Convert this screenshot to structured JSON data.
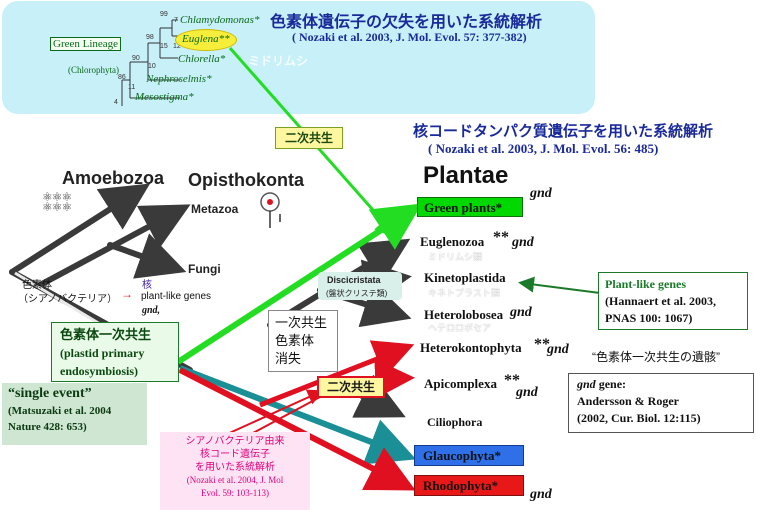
{
  "top_panel": {
    "title": "色素体遺伝子の欠失を用いた系統解析",
    "citation": "( Nozaki et al. 2003, J. Mol. Evol. 57: 377-382)",
    "green_lineage_label": "Green Lineage",
    "chlorophyta_label": "(Chlorophyta)",
    "taxa": [
      "Chlamydomonas*",
      "Euglena**",
      "Chlorella*",
      "Nephroselmis*",
      "Mesostigma*"
    ],
    "support_values": [
      "99",
      "7",
      "98",
      "12",
      "15",
      "90",
      "10",
      "86",
      "11",
      "4"
    ],
    "mido_label": "ミドリムシ"
  },
  "nuclear_title": "核コードタンパク質遺伝子を用いた系統解析",
  "nuclear_citation": "( Nozaki et al. 2003, J. Mol. Evol. 56: 485)",
  "secondary_symbiosis_1": "二次共生",
  "secondary_symbiosis_2": "二次共生",
  "groups": {
    "amoebozoa": "Amoebozoa",
    "opisthokonta": "Opisthokonta",
    "metazoa": "Metazoa",
    "fungi": "Fungi",
    "plantae": "Plantae"
  },
  "taxa": {
    "green_plants": "Green plants*",
    "euglenozoa": "Euglenozoa",
    "euglenozoa_kana": "ミドリムシ類",
    "kinetoplastida": "Kinetoplastida",
    "kinetoplastida_kana": "キネトプラスト類",
    "heterolobosea": "Heterolobosea",
    "heterolobosea_kana": "ヘテロロボセア",
    "discicristata": "Discicristata",
    "discicristata_kana": "(盤状クリステ類)",
    "heterokontophyta": "Heterokontophyta",
    "apicomplexa": "Apicomplexa",
    "ciliophora": "Ciliophora",
    "glaucophyta": "Glaucophyta*",
    "rhodophyta": "Rhodophyta*"
  },
  "marks": {
    "double_star": "**",
    "gnd": "gnd"
  },
  "left_labels": {
    "plastid_line1": "色素体",
    "plastid_line2": "（シアノバクテリア）",
    "nucleus": "核",
    "plant_like_genes": "plant-like genes",
    "gnd_comma": "gnd,",
    "primary_line1": "色素体一次共生",
    "primary_line2": "(plastid primary",
    "primary_line3": "endosymbiosis)",
    "single_event": "“single event”",
    "matsuzaki_1": "(Matsuzaki et al. 2004",
    "matsuzaki_2": "Nature 428: 653)"
  },
  "loss_box": [
    "一次共生",
    "色素体",
    "消失"
  ],
  "cyano_box": {
    "line1": "シアノバクテリア由来",
    "line2": "核コード遺伝子",
    "line3": "を用いた系統解析",
    "cite1": "(Nozaki et al. 2004, J. Mol",
    "cite2": "Evol. 59: 103-113)"
  },
  "plant_like_box": {
    "title": "Plant-like genes",
    "cite1": "(Hannaert et al. 2003,",
    "cite2": "PNAS 100: 1067)"
  },
  "remnant_quote": "“色素体一次共生の遺骸”",
  "gnd_box": {
    "gnd": "gnd",
    "gene": " gene:",
    "line2": "Andersson & Roger",
    "line3": "(2002, Cur. Biol. 12:115)"
  },
  "colors": {
    "top_panel_bg": "#c7f0f8",
    "green_box": "#00d800",
    "green_line": "#22dd22",
    "glauco_box": "#2f6fe8",
    "rhodo_box": "#e81818",
    "red_line": "#e01020",
    "teal_line": "#1a8f96",
    "dark_line": "#3a3a3a",
    "symbiosis_box": "#fff6a0",
    "primary_box_bg": "#eafae8",
    "single_event_bg": "#cfe6d2",
    "cyano_box_bg": "#fde3f3",
    "cyano_text": "#e0007a",
    "green_text": "#0a6a1a"
  }
}
